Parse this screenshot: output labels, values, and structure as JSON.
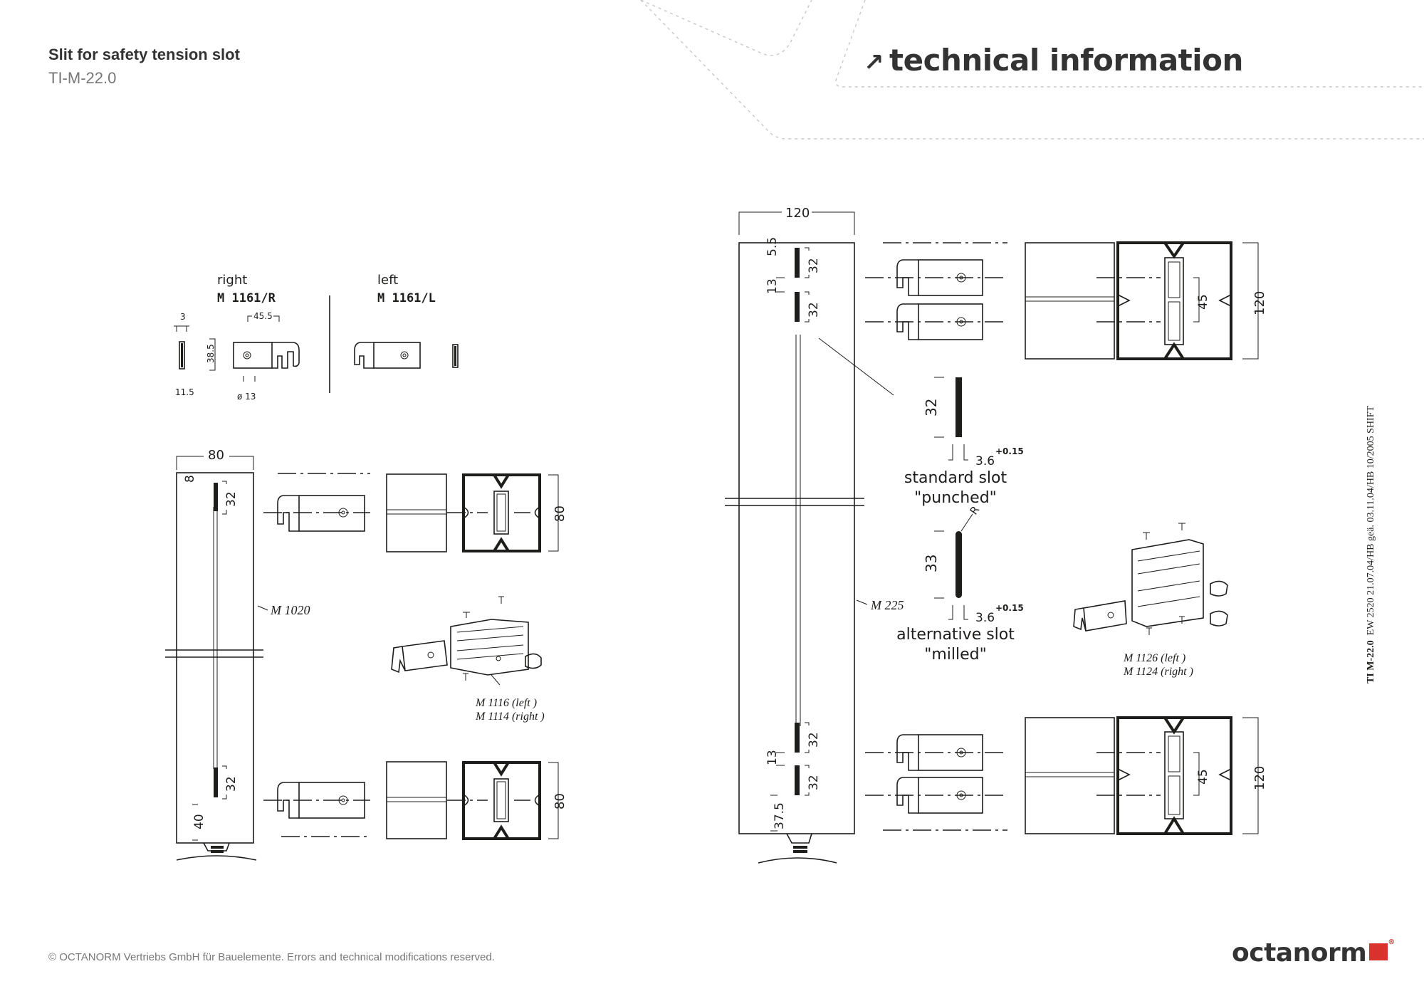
{
  "header": {
    "title": "Slit for safety tension slot",
    "code": "TI-M-22.0",
    "banner": "technical information"
  },
  "footer": {
    "copyright": "© OCTANORM Vertriebs GmbH für Bauelemente. Errors and technical modifications reserved.",
    "logo": "octanorm"
  },
  "side_note": {
    "code": "TI M-22.0",
    "text": "EW 2520  21.07.04/HB  geä. 03.11.04/HB  10/2005 SHIFT"
  },
  "parts": {
    "right_label": "right",
    "right_code": "M 1161/R",
    "left_label": "left",
    "left_code": "M 1161/L",
    "dim_3": "3",
    "dim_45_5": "45.5",
    "dim_38_5": "38.5",
    "dim_11_5": "11.5",
    "dim_d13": "ø 13"
  },
  "left_drawing": {
    "width": "80",
    "dim_8": "8",
    "dim_32a": "32",
    "dim_32b": "32",
    "dim_40": "40",
    "profile": "M 1020",
    "section_a": "80",
    "section_b": "80",
    "kit_left": "M 1116 (left )",
    "kit_right": "M 1114 (right )"
  },
  "right_drawing": {
    "width": "120",
    "dim_5_5": "5.5",
    "dim_13a": "13",
    "dim_32a": "32",
    "dim_32b": "32",
    "dim_13b": "13",
    "dim_32c": "32",
    "dim_32d": "32",
    "dim_37_5": "37.5",
    "profile": "M 225",
    "section_a": "120",
    "section_a_inner": "45",
    "section_b": "120",
    "section_b_inner": "45",
    "kit_left": "M 1126 (left )",
    "kit_right": "M 1124 (right )"
  },
  "slots": {
    "std_len": "32",
    "std_width": "3.6",
    "std_tol": "+0.15",
    "std_label": "standard slot",
    "std_type": "\"punched\"",
    "alt_len": "33",
    "alt_width": "3.6",
    "alt_tol": "+0.15",
    "alt_radius": "R",
    "alt_label": "alternative slot",
    "alt_type": "\"milled\""
  },
  "colors": {
    "accent": "#d9322d",
    "ink": "#1d1d1b",
    "grey": "#777777"
  }
}
